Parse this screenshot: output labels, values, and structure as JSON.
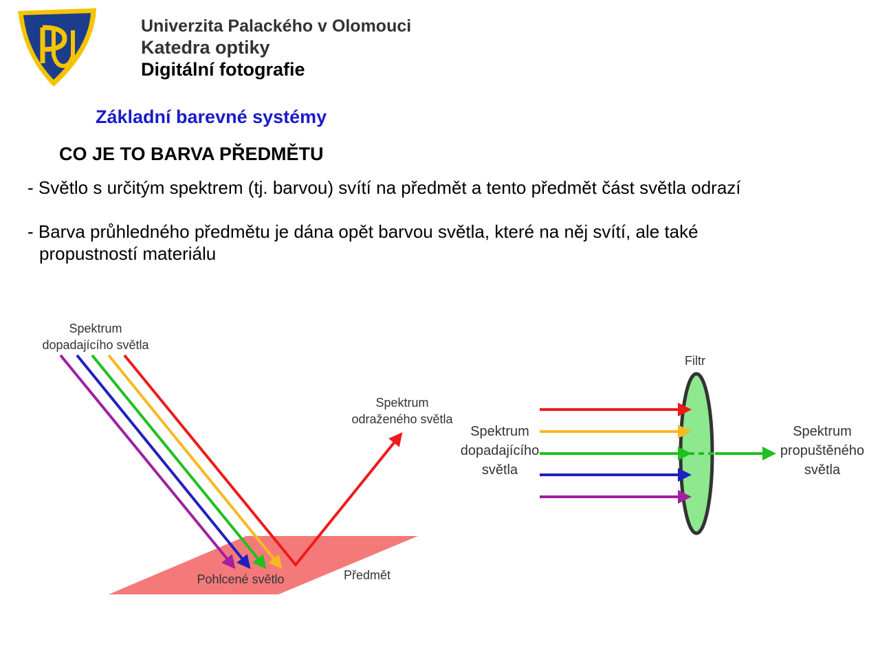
{
  "header": {
    "university": "Univerzita Palackého v Olomouci",
    "department": "Katedra optiky",
    "course": "Digitální fotografie",
    "logo_icon": "university-logo-shield-icon",
    "logo_colors": {
      "shield": "#1c3c8c",
      "letters": "#f5c400"
    }
  },
  "section_title": "Základní barevné systémy",
  "subsection_title": "CO JE TO BARVA PŘEDMĚTU",
  "paragraphs": {
    "p1": "- Světlo s určitým spektrem (tj. barvou) svítí na předmět a tento předmět část světla odrazí",
    "p2_line1": "- Barva průhledného předmětu je dána opět barvou světla, které na něj svítí, ale také",
    "p2_line2": "propustností materiálu"
  },
  "reflection_diagram": {
    "incident_label_line1": "Spektrum",
    "incident_label_line2": "dopadajícího světla",
    "reflected_label_line1": "Spektrum",
    "reflected_label_line2": "odraženého světla",
    "absorbed_label": "Pohlcené světlo",
    "object_label": "Předmět",
    "object_color": "#f47a7a",
    "ray_colors": [
      "#a020a0",
      "#2020c0",
      "#20c020",
      "#f8b820",
      "#ee1a1a"
    ]
  },
  "filter_diagram": {
    "filter_label": "Filtr",
    "incident_label_line1": "Spektrum",
    "incident_label_line2": "dopadajícího",
    "incident_label_line3": "světla",
    "transmitted_label_line1": "Spektrum",
    "transmitted_label_line2": "propuštěného",
    "transmitted_label_line3": "světla",
    "filter_color": "#8ee88e",
    "transmitted_color": "#20c020",
    "ray_colors": [
      "#ee1a1a",
      "#f8b820",
      "#20c020",
      "#2020c0",
      "#a020a0"
    ]
  }
}
